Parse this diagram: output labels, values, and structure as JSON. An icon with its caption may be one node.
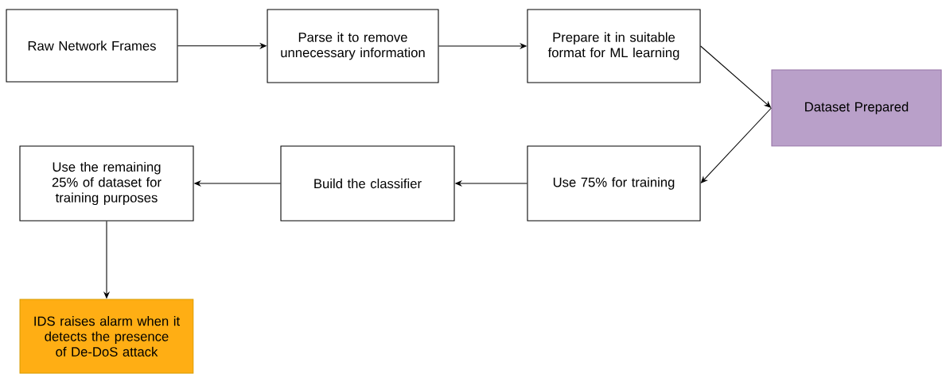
{
  "diagram": {
    "nodes": [
      {
        "text": [
          "Raw Network Frames"
        ]
      },
      {
        "text": [
          "Parse it to remove unnecessary information"
        ]
      },
      {
        "text": [
          "Prepare it in suitable format for ML learning"
        ]
      },
      {
        "text": [
          "Dataset Prepared"
        ]
      },
      {
        "text": [
          "Use 75% for training"
        ]
      },
      {
        "text": [
          "Build the classifier"
        ]
      },
      {
        "text": [
          "Use the remaining 25% of dataset for training purposes"
        ]
      },
      {
        "text": [
          "IDS raises alarm when it detects the presence of De-DoS attack"
        ]
      }
    ],
    "edges": [
      {
        "from": 0,
        "to": 1,
        "arrow": "to"
      },
      {
        "from": 1,
        "to": 2,
        "arrow": "to"
      },
      {
        "from": 2,
        "to": 3,
        "arrow": "to"
      },
      {
        "from": 3,
        "to": 4,
        "arrow": "to"
      },
      {
        "from": 4,
        "to": 5,
        "arrow": "to"
      },
      {
        "from": 5,
        "to": 6,
        "arrow": "to"
      },
      {
        "from": 6,
        "to": 7,
        "arrow": "to"
      }
    ]
  }
}
